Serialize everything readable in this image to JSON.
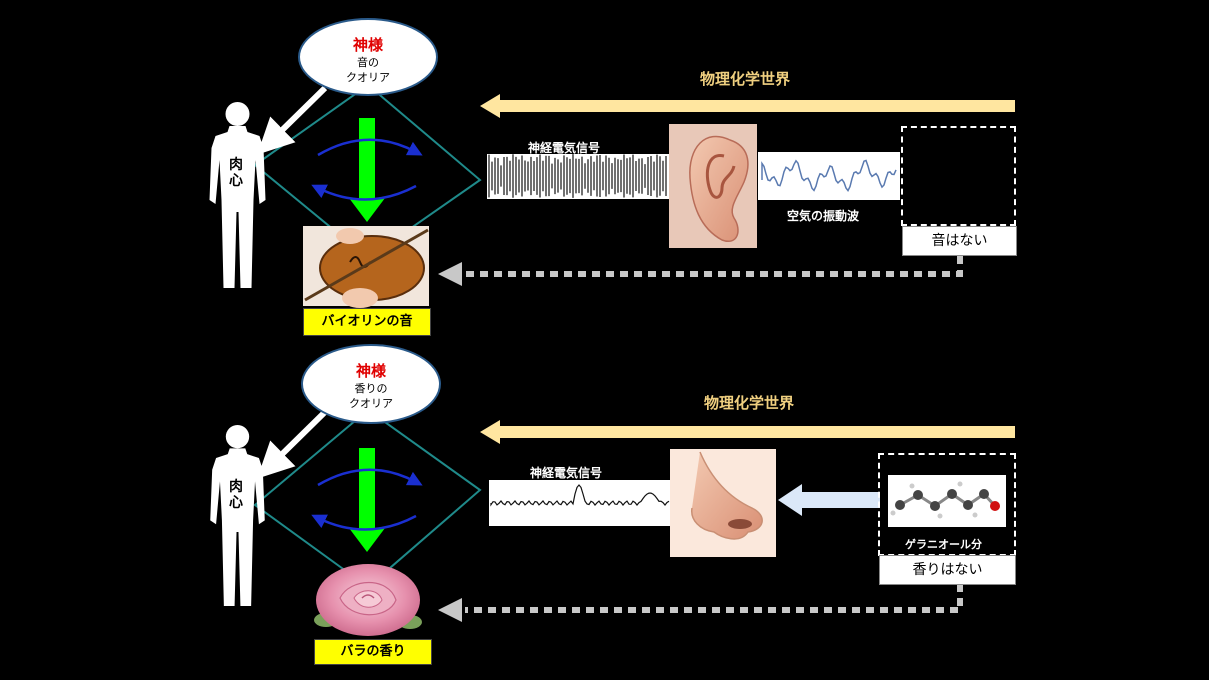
{
  "panels": [
    {
      "god": "神様",
      "qualia_line1": "音の",
      "qualia_line2": "クオリア",
      "body_line1": "肉",
      "body_line2": "心",
      "world_label": "物理化学世界",
      "signal_label": "神経電気信号",
      "wave_label": "空気の振動波",
      "none_label": "音はない",
      "result_label": "バイオリンの音"
    },
    {
      "god": "神様",
      "qualia_line1": "香りの",
      "qualia_line2": "クオリア",
      "body_line1": "肉",
      "body_line2": "心",
      "world_label": "物理化学世界",
      "signal_label": "神経電気信号",
      "molecule_label": "ゲラニオール分",
      "none_label": "香りはない",
      "result_label": "バラの香り"
    }
  ],
  "colors": {
    "background": "#000000",
    "world_arrow": "#ffe6a0",
    "qualia_arrow": "#00ff00",
    "cycle_arrow": "#1a2fd0",
    "diamond": "#1f8a8a",
    "god_text": "#e00000",
    "label_box": "#ffff00",
    "return_arrow": "#c8c8c8",
    "smell_arrow": "#dbe8f8"
  }
}
